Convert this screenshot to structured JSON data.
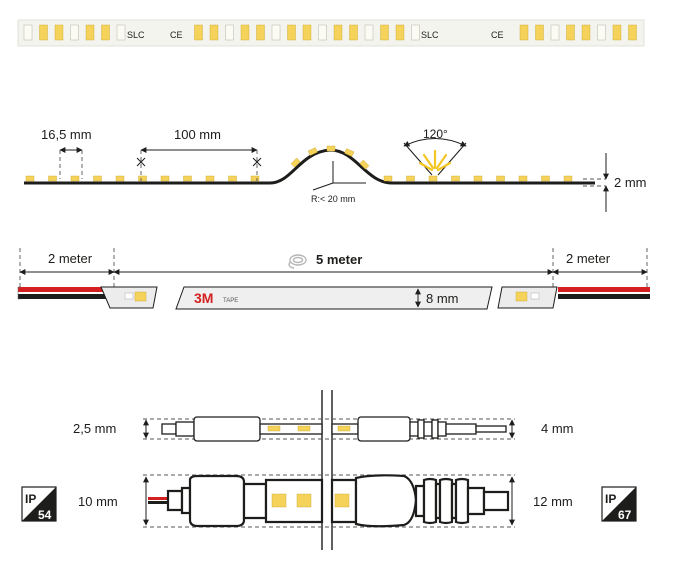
{
  "top_strip": {
    "brand_mark": "SLC",
    "ce_mark": "CE"
  },
  "bend_diagram": {
    "pitch_label": "16,5 mm",
    "cut_length_label": "100 mm",
    "radius_label": "R:< 20 mm",
    "angle_label": "120°",
    "thickness_label": "2 mm"
  },
  "length_diagram": {
    "lead_left_label": "2 meter",
    "strip_length_label": "5 meter",
    "lead_right_label": "2 meter",
    "width_label": "8 mm",
    "brand_logo": "3M",
    "brand_logo_suffix": "TAPE"
  },
  "profiles": {
    "small_left_label": "2,5 mm",
    "small_right_label": "4 mm",
    "large_left_label": "10 mm",
    "large_right_label": "12 mm"
  },
  "ip_badges": {
    "left_prefix": "IP",
    "left_rating": "54",
    "right_prefix": "IP",
    "right_rating": "67"
  },
  "colors": {
    "led_yellow": "#f5d35a",
    "wire_red": "#d42020",
    "wire_black": "#1d1d1b",
    "tape_gray": "#efefef",
    "logo_red": "#d42020"
  }
}
